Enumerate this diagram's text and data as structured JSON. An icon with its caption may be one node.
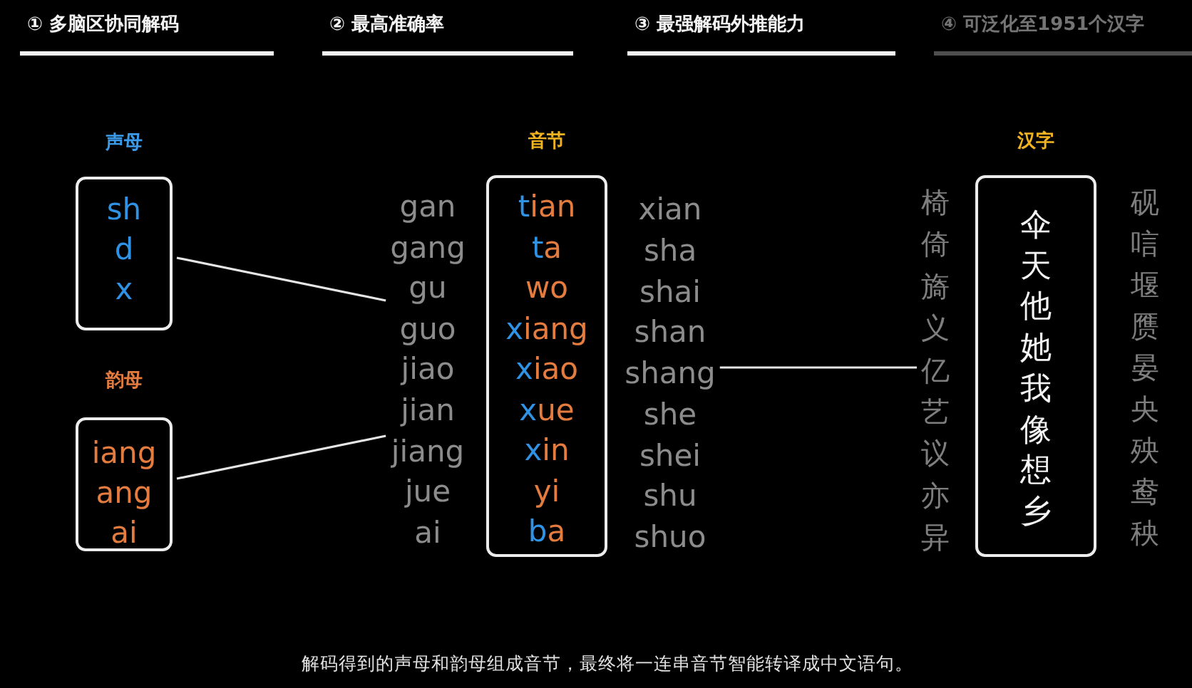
{
  "diagram": {
    "caption": "解码得到的声母和韵母组成音节，最终将一连串音节智能转译成中文语句。",
    "nodes": [
      {
        "text": [
          "声母",
          "sh d x"
        ]
      },
      {
        "text": [
          "韵母",
          "iang ang ai"
        ]
      },
      {
        "text": [
          "gan gang gu guo jiao jian jiang jue ai"
        ]
      },
      {
        "text": [
          "音节",
          "tian ta wo xiang xiao xue xin yi ba"
        ]
      },
      {
        "text": [
          "xian sha shai shan shang she shei shu shuo"
        ]
      },
      {
        "text": [
          "椅倚旖义亿艺议亦异"
        ]
      },
      {
        "text": [
          "汉字",
          "伞天他她我像想乡"
        ]
      },
      {
        "text": [
          "砚唁堰赝晏央殃鸯秧"
        ]
      }
    ],
    "edges": [
      {
        "from": 0,
        "to": 2,
        "arrow": "none"
      },
      {
        "from": 1,
        "to": 2,
        "arrow": "none"
      },
      {
        "from": 4,
        "to": 5,
        "arrow": "none"
      }
    ],
    "labels": [
      "① 多脑区协同解码",
      "② 最高准确率",
      "③ 最强解码外推能力",
      "④ 可泛化至1951个汉字"
    ]
  }
}
